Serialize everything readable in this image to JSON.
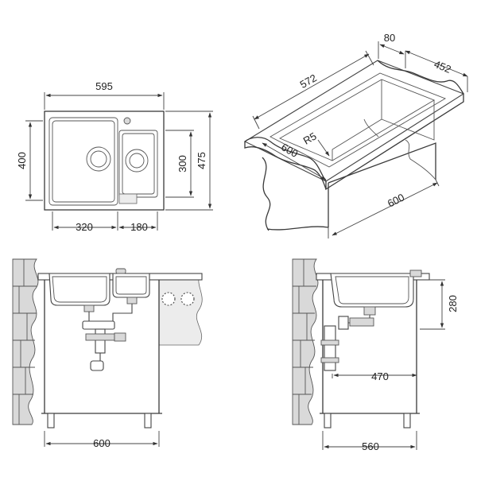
{
  "top_view": {
    "overall_width": "595",
    "depth": "400",
    "small_bowl_depth": "300",
    "overall_depth": "475",
    "main_bowl_width": "320",
    "small_bowl_width": "180"
  },
  "iso_view": {
    "depth": "80",
    "inner_depth": "452",
    "length": "572",
    "radius": "R5",
    "width": "600",
    "cabinet_width": "600"
  },
  "front_view": {
    "cabinet_width": "600"
  },
  "side_view": {
    "height": "280",
    "drain_offset": "470",
    "cabinet_depth": "560"
  },
  "colors": {
    "line": "#3a3a3a",
    "fill_gray": "#d9d9d9",
    "background": "#ffffff"
  }
}
